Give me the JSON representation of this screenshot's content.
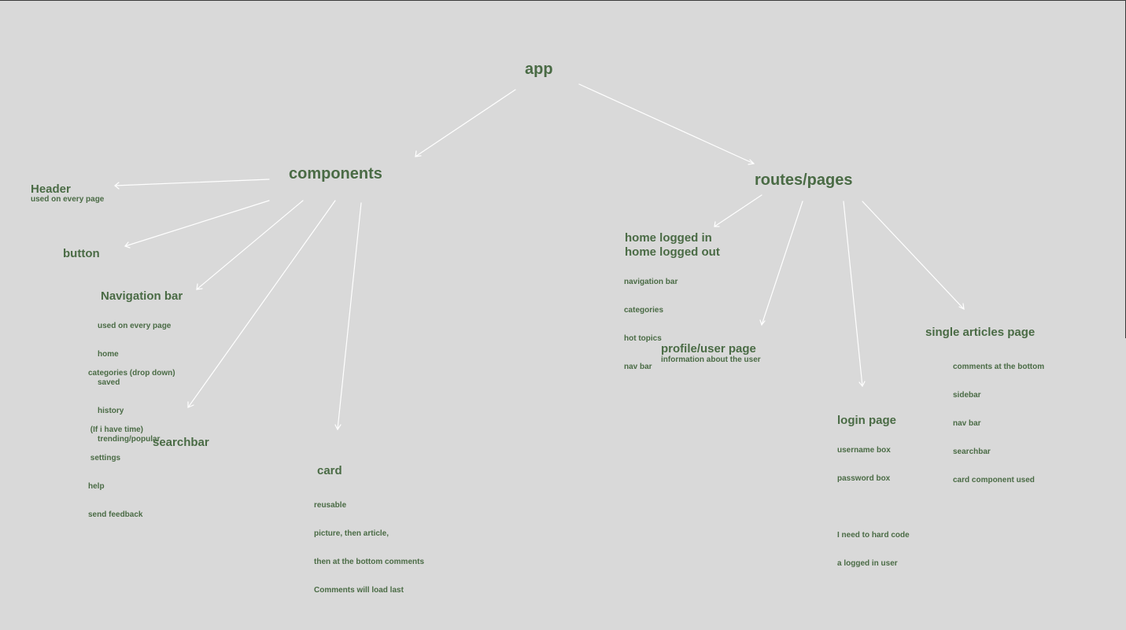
{
  "root": {
    "title": "app"
  },
  "components": {
    "title": "components",
    "header": {
      "title": "Header",
      "note": "used on every page"
    },
    "button": {
      "title": "button"
    },
    "navigation_bar": {
      "title": "Navigation bar",
      "items": [
        "used on every page",
        "home",
        "saved",
        "history",
        "trending/popular"
      ],
      "extra": [
        "categories (drop down)",
        "",
        " (If i have time)",
        " settings",
        "help",
        "send feedback"
      ]
    },
    "searchbar": {
      "title": "searchbar"
    },
    "card": {
      "title": "card",
      "items": [
        "reusable",
        "picture, then article,",
        "then at the bottom comments",
        "Comments will load last"
      ]
    }
  },
  "routes": {
    "title": "routes/pages",
    "home": {
      "title1": "home logged in",
      "title2": "home logged out",
      "items": [
        "navigation bar",
        "categories",
        "hot topics",
        "nav bar"
      ]
    },
    "profile": {
      "title": "profile/user page",
      "note": "information about the user"
    },
    "login": {
      "title": "login page",
      "items": [
        "username box",
        "password box",
        "",
        "I need to hard code",
        "a logged in user"
      ]
    },
    "single_articles": {
      "title": "single articles page",
      "items": [
        "comments at the bottom",
        "sidebar",
        "nav bar",
        "searchbar",
        "card component used"
      ]
    }
  },
  "colors": {
    "text": "#4a6b45",
    "background": "#d9d9d9",
    "arrow": "#ffffff"
  }
}
